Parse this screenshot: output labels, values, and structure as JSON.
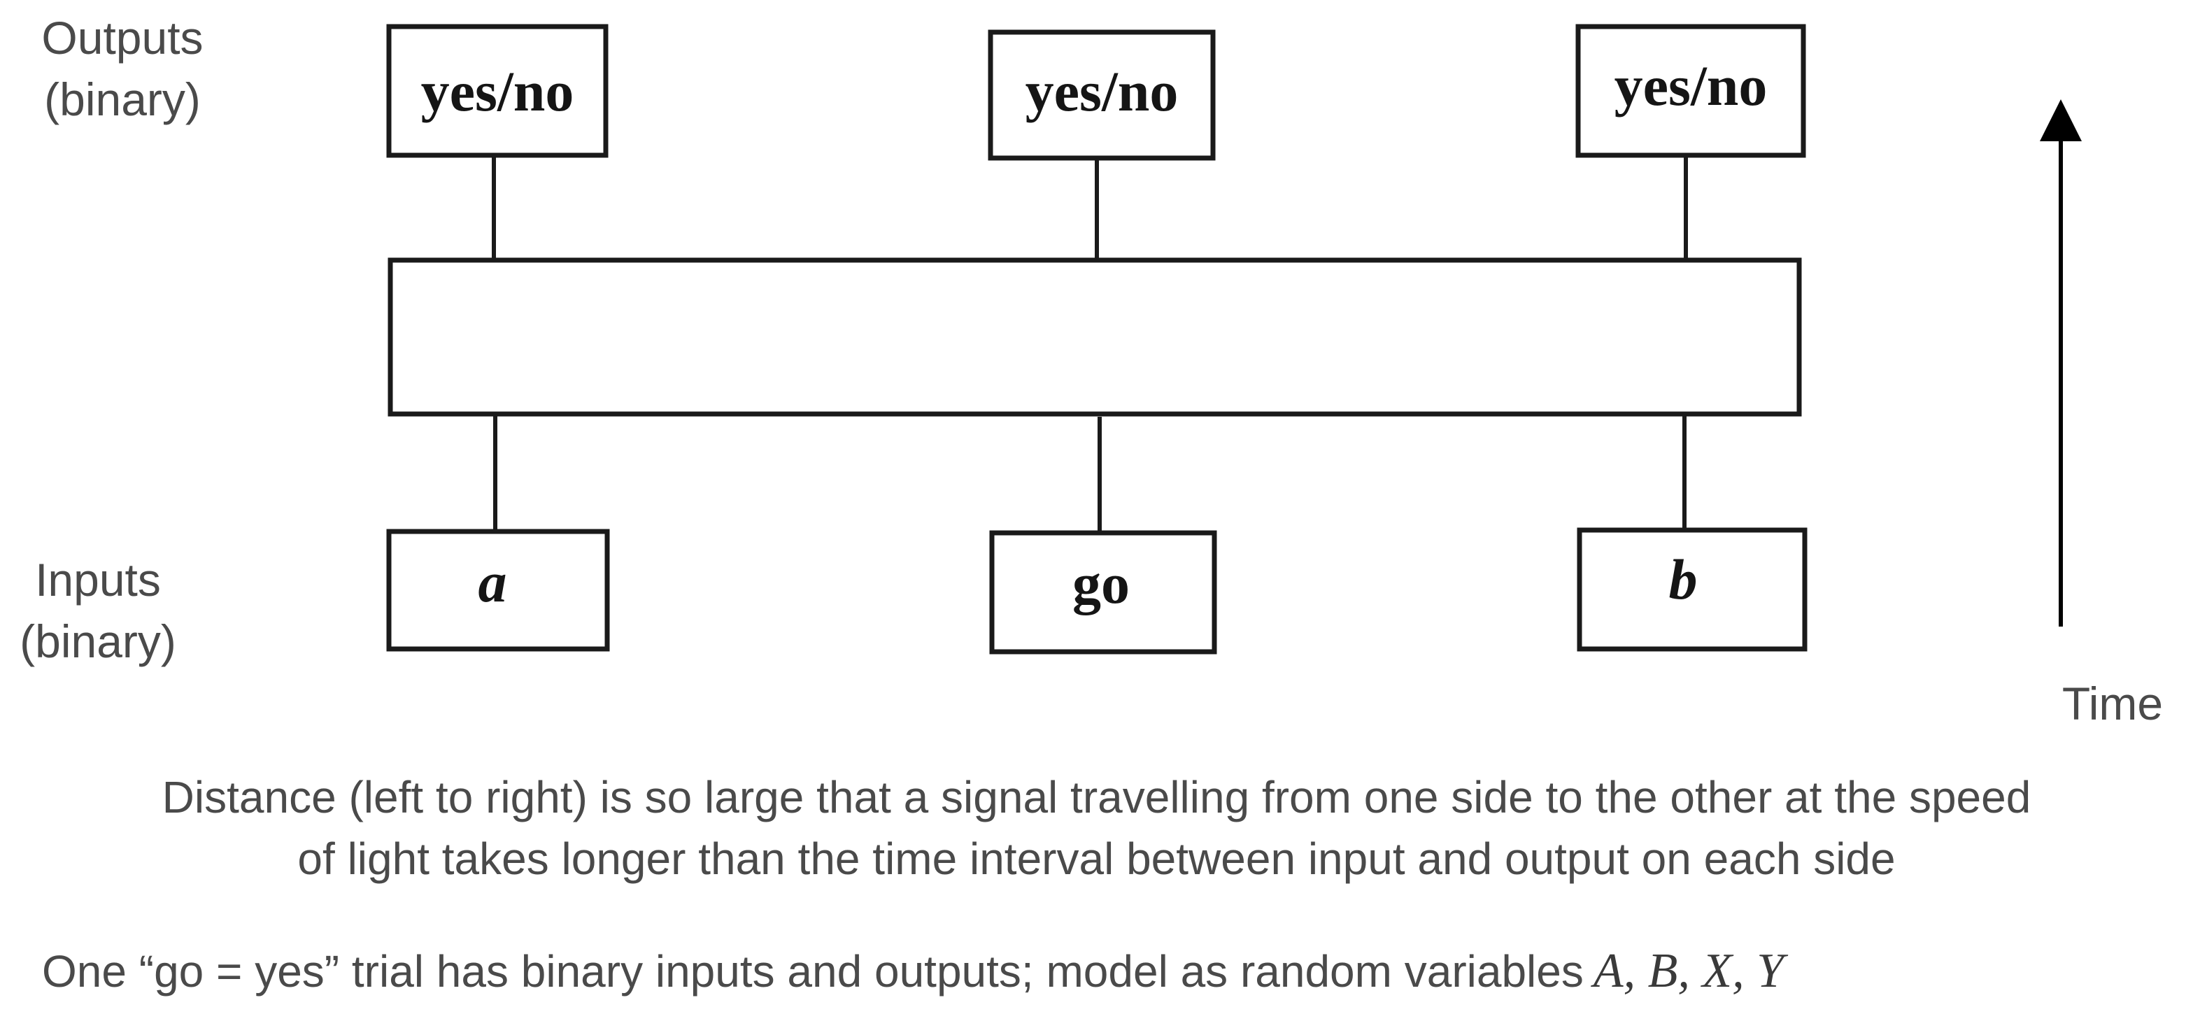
{
  "labels": {
    "outputs": "Outputs",
    "outputs_sub": "(binary)",
    "inputs": "Inputs",
    "inputs_sub": "(binary)",
    "time": "Time"
  },
  "outputs": [
    "yes/no",
    "yes/no",
    "yes/no"
  ],
  "inputs": [
    "a",
    "go",
    "b"
  ],
  "caption": {
    "line1": "Distance (left to right) is so large that a signal travelling from one side to the other at the speed",
    "line2": "of light takes longer than the time interval between input and output on each side",
    "line3": "One “go = yes” trial has binary inputs and outputs; model as random variables",
    "variables": "A, B, X, Y"
  }
}
